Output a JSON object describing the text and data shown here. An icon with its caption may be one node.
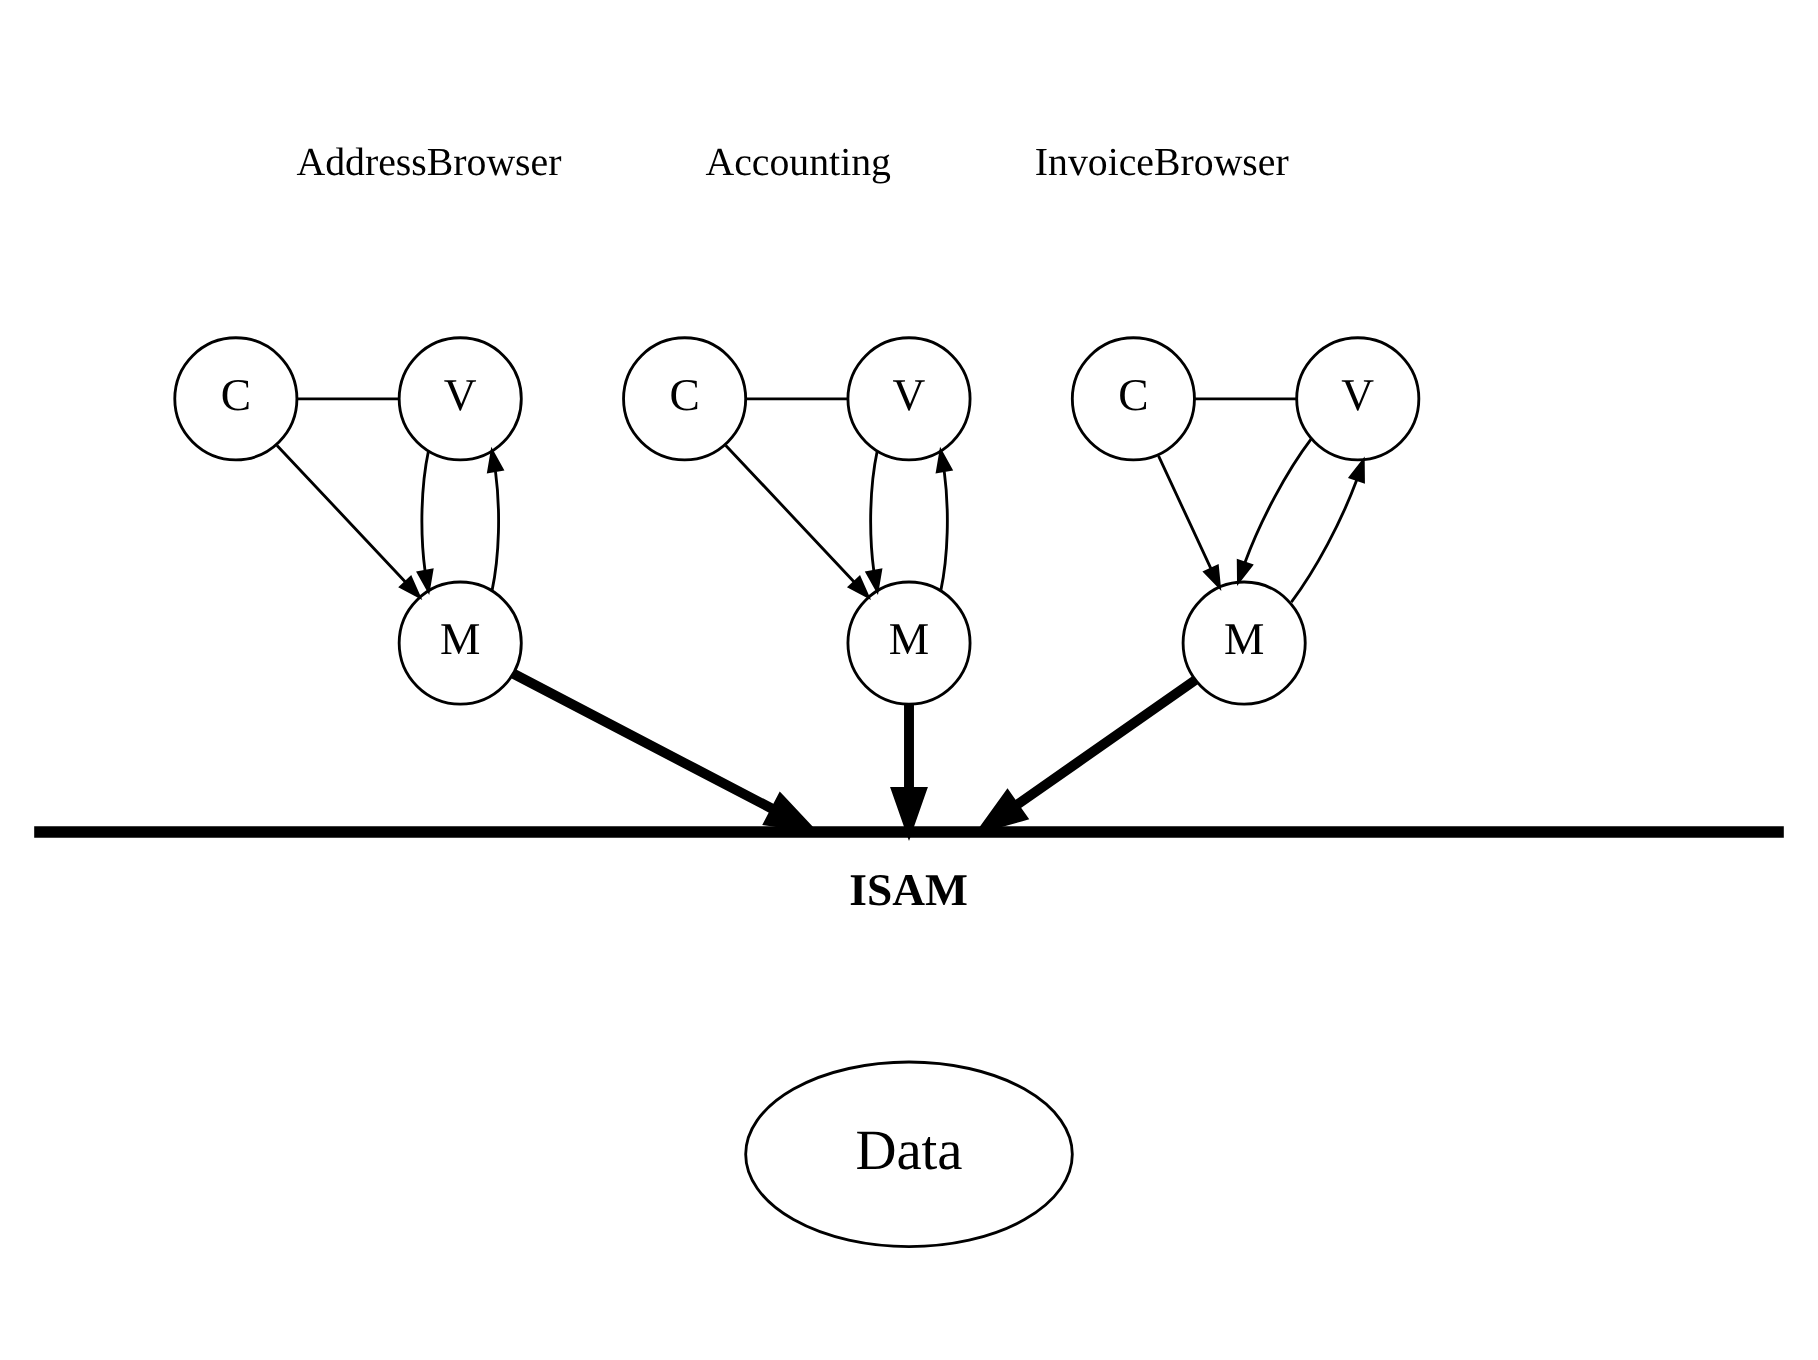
{
  "diagram": {
    "nodes": [
      {
        "text": [
          "C"
        ]
      },
      {
        "text": [
          "V"
        ]
      },
      {
        "text": [
          "M"
        ]
      },
      {
        "text": [
          "C"
        ]
      },
      {
        "text": [
          "V"
        ]
      },
      {
        "text": [
          "M"
        ]
      },
      {
        "text": [
          "C"
        ]
      },
      {
        "text": [
          "V"
        ]
      },
      {
        "text": [
          "M"
        ]
      },
      {
        "text": [
          "ISAM"
        ]
      },
      {
        "text": [
          "Data"
        ]
      }
    ],
    "edges": [
      {
        "from": 0,
        "to": 1,
        "arrow": "none"
      },
      {
        "from": 0,
        "to": 2,
        "arrow": "to"
      },
      {
        "from": 1,
        "to": 2,
        "arrow": "to"
      },
      {
        "from": 2,
        "to": 1,
        "arrow": "to"
      },
      {
        "from": 3,
        "to": 4,
        "arrow": "none"
      },
      {
        "from": 3,
        "to": 5,
        "arrow": "to"
      },
      {
        "from": 4,
        "to": 5,
        "arrow": "to"
      },
      {
        "from": 5,
        "to": 4,
        "arrow": "to"
      },
      {
        "from": 6,
        "to": 7,
        "arrow": "none"
      },
      {
        "from": 6,
        "to": 8,
        "arrow": "to"
      },
      {
        "from": 7,
        "to": 8,
        "arrow": "to"
      },
      {
        "from": 8,
        "to": 7,
        "arrow": "to"
      },
      {
        "from": 2,
        "to": 9,
        "arrow": "to",
        "style": "thick"
      },
      {
        "from": 5,
        "to": 9,
        "arrow": "to",
        "style": "thick"
      },
      {
        "from": 8,
        "to": 9,
        "arrow": "to",
        "style": "thick"
      }
    ],
    "labels": [
      "AddressBrowser",
      "Accounting",
      "InvoiceBrowser"
    ]
  }
}
